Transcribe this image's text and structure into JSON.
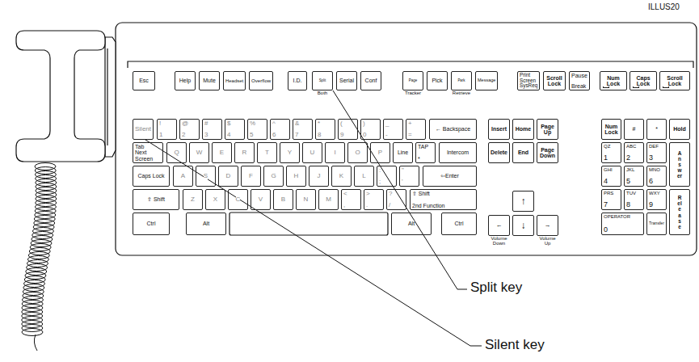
{
  "diagram": {
    "nodes": [
      {
        "text": [
          "Esc"
        ]
      },
      {
        "text": [
          "Help"
        ]
      },
      {
        "text": [
          "Mute"
        ]
      },
      {
        "text": [
          "Headset"
        ]
      },
      {
        "text": [
          "Overflow"
        ]
      },
      {
        "text": [
          "I.D."
        ]
      },
      {
        "text": [
          "Split",
          "Both"
        ]
      },
      {
        "text": [
          "Serial"
        ]
      },
      {
        "text": [
          "Conf"
        ]
      },
      {
        "text": [
          "Page",
          "Tracker"
        ]
      },
      {
        "text": [
          "Pick"
        ]
      },
      {
        "text": [
          "Park",
          "Retrieve"
        ]
      },
      {
        "text": [
          "Message"
        ]
      },
      {
        "text": [
          "Print Screen",
          "SysReq"
        ]
      },
      {
        "text": [
          "Scroll Lock"
        ]
      },
      {
        "text": [
          "Pause",
          "Break"
        ]
      },
      {
        "text": [
          "Num Lock"
        ]
      },
      {
        "text": [
          "Caps Lock"
        ]
      },
      {
        "text": [
          "Scroll Lock"
        ]
      },
      {
        "text": [
          "Silent"
        ]
      },
      {
        "text": [
          "!",
          "1"
        ]
      },
      {
        "text": [
          "@",
          "2"
        ]
      },
      {
        "text": [
          "#",
          "3"
        ]
      },
      {
        "text": [
          "$",
          "4"
        ]
      },
      {
        "text": [
          "%",
          "5"
        ]
      },
      {
        "text": [
          "^",
          "6"
        ]
      },
      {
        "text": [
          "&",
          "7"
        ]
      },
      {
        "text": [
          "*",
          "8"
        ]
      },
      {
        "text": [
          "(",
          "9"
        ]
      },
      {
        "text": [
          ")",
          "0"
        ]
      },
      {
        "text": [
          "_",
          "-"
        ]
      },
      {
        "text": [
          "+",
          "="
        ]
      },
      {
        "text": [
          "← Backspace"
        ]
      },
      {
        "text": [
          "Insert"
        ]
      },
      {
        "text": [
          "Home"
        ]
      },
      {
        "text": [
          "Page Up"
        ]
      },
      {
        "text": [
          "Num Lock"
        ]
      },
      {
        "text": [
          "#"
        ]
      },
      {
        "text": [
          "*"
        ]
      },
      {
        "text": [
          "Hold"
        ]
      },
      {
        "text": [
          "Tab",
          "Next Screen"
        ]
      },
      {
        "text": [
          "Q"
        ]
      },
      {
        "text": [
          "W"
        ]
      },
      {
        "text": [
          "E"
        ]
      },
      {
        "text": [
          "R"
        ]
      },
      {
        "text": [
          "T"
        ]
      },
      {
        "text": [
          "Y"
        ]
      },
      {
        "text": [
          "U"
        ]
      },
      {
        "text": [
          "I"
        ]
      },
      {
        "text": [
          "O"
        ]
      },
      {
        "text": [
          "P"
        ]
      },
      {
        "text": [
          "Line"
        ]
      },
      {
        "text": [
          "TAP",
          "*"
        ]
      },
      {
        "text": [
          "Intercom"
        ]
      },
      {
        "text": [
          "Delete"
        ]
      },
      {
        "text": [
          "End"
        ]
      },
      {
        "text": [
          "Page Down"
        ]
      },
      {
        "text": [
          "QZ",
          "1"
        ]
      },
      {
        "text": [
          "ABC",
          "2"
        ]
      },
      {
        "text": [
          "DEF",
          "3"
        ]
      },
      {
        "text": [
          "Answer"
        ]
      },
      {
        "text": [
          "Caps Lock"
        ]
      },
      {
        "text": [
          "A"
        ]
      },
      {
        "text": [
          "S"
        ]
      },
      {
        "text": [
          "D"
        ]
      },
      {
        "text": [
          "F"
        ]
      },
      {
        "text": [
          "G"
        ]
      },
      {
        "text": [
          "H"
        ]
      },
      {
        "text": [
          "J"
        ]
      },
      {
        "text": [
          "K"
        ]
      },
      {
        "text": [
          "L"
        ]
      },
      {
        "text": [
          ":",
          ";"
        ]
      },
      {
        "text": [
          "\"",
          "'"
        ]
      },
      {
        "text": [
          "⇦Enter"
        ]
      },
      {
        "text": [
          "GHI",
          "4"
        ]
      },
      {
        "text": [
          "JKL",
          "5"
        ]
      },
      {
        "text": [
          "MNO",
          "6"
        ]
      },
      {
        "text": [
          "⇧ Shift"
        ]
      },
      {
        "text": [
          "Z"
        ]
      },
      {
        "text": [
          "X"
        ]
      },
      {
        "text": [
          "C"
        ]
      },
      {
        "text": [
          "V"
        ]
      },
      {
        "text": [
          "B"
        ]
      },
      {
        "text": [
          "N"
        ]
      },
      {
        "text": [
          "M"
        ]
      },
      {
        "text": [
          "<",
          ","
        ]
      },
      {
        "text": [
          ">",
          "."
        ]
      },
      {
        "text": [
          "?",
          "/"
        ]
      },
      {
        "text": [
          "⇧ Shift",
          "2nd Function"
        ]
      },
      {
        "text": [
          "↑"
        ]
      },
      {
        "text": [
          "PRS",
          "7"
        ]
      },
      {
        "text": [
          "TUV",
          "8"
        ]
      },
      {
        "text": [
          "WXY",
          "9"
        ]
      },
      {
        "text": [
          "Release"
        ]
      },
      {
        "text": [
          "Ctrl"
        ]
      },
      {
        "text": [
          "Alt"
        ]
      },
      {
        "text": [
          "Alt"
        ]
      },
      {
        "text": [
          "Ctrl"
        ]
      },
      {
        "text": [
          "←",
          "Volume Down"
        ]
      },
      {
        "text": [
          "↓"
        ]
      },
      {
        "text": [
          "→",
          "Volume Up"
        ]
      },
      {
        "text": [
          "OPERATOR",
          "0"
        ]
      },
      {
        "text": [
          "Transfer"
        ]
      }
    ],
    "labels": [
      "ILLUS20",
      "Split key",
      "Silent key"
    ]
  }
}
